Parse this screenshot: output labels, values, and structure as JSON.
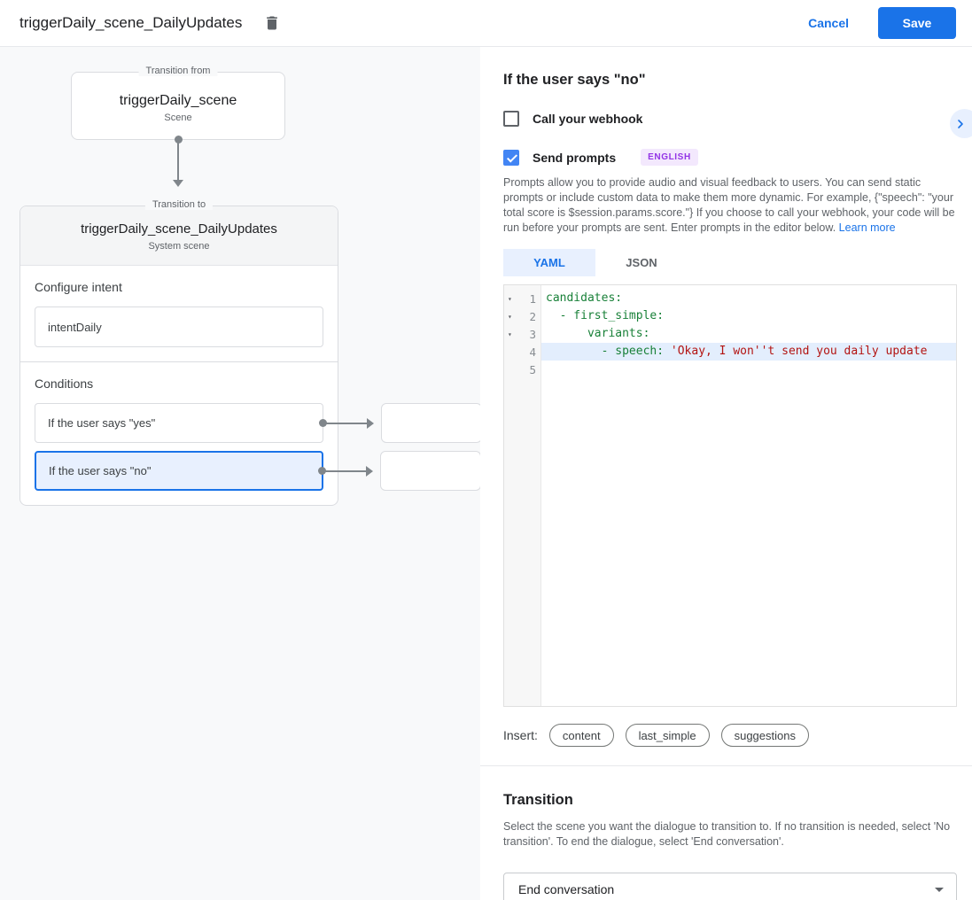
{
  "header": {
    "title": "triggerDaily_scene_DailyUpdates",
    "cancel_label": "Cancel",
    "save_label": "Save"
  },
  "colors": {
    "accent": "#1a73e8",
    "selection_bg": "#e8f0fe",
    "selected_border": "#1a73e8",
    "badge_bg": "#f3e8fd",
    "badge_text": "#9334e6",
    "code_key": "#188038",
    "code_string": "#b31412",
    "connector": "#80868b"
  },
  "canvas": {
    "from_node": {
      "legend": "Transition from",
      "title": "triggerDaily_scene",
      "subtitle": "Scene"
    },
    "to_node": {
      "legend": "Transition to",
      "title": "triggerDaily_scene_DailyUpdates",
      "subtitle": "System scene",
      "intent_section": {
        "heading": "Configure intent",
        "value": "intentDaily"
      },
      "conditions_section": {
        "heading": "Conditions",
        "items": [
          {
            "label": "If the user says \"yes\"",
            "selected": false
          },
          {
            "label": "If the user says \"no\"",
            "selected": true
          }
        ]
      }
    }
  },
  "panel": {
    "title": "If the user says \"no\"",
    "webhook": {
      "label": "Call your webhook",
      "checked": false
    },
    "prompts": {
      "label": "Send prompts",
      "checked": true,
      "badge": "ENGLISH"
    },
    "description": "Prompts allow you to provide audio and visual feedback to users. You can send static prompts or include custom data to make them more dynamic. For example, {\"speech\": \"your total score is $session.params.score.\"} If you choose to call your webhook, your code will be run before your prompts are sent. Enter prompts in the editor below. ",
    "learn_more": "Learn more",
    "tabs": [
      {
        "label": "YAML",
        "active": true
      },
      {
        "label": "JSON",
        "active": false
      }
    ],
    "editor": {
      "fold_icon": "▾",
      "lines": [
        {
          "num": 1,
          "fold": true,
          "active": false,
          "segments": [
            {
              "type": "key",
              "text": "candidates:"
            }
          ]
        },
        {
          "num": 2,
          "fold": true,
          "active": false,
          "segments": [
            {
              "type": "key",
              "text": "  - first_simple:"
            }
          ]
        },
        {
          "num": 3,
          "fold": true,
          "active": false,
          "segments": [
            {
              "type": "key",
              "text": "      variants:"
            }
          ]
        },
        {
          "num": 4,
          "fold": false,
          "active": true,
          "segments": [
            {
              "type": "key",
              "text": "        - speech:"
            },
            {
              "type": "plain",
              "text": " "
            },
            {
              "type": "string",
              "text": "'Okay, I won''t send you daily update"
            }
          ]
        },
        {
          "num": 5,
          "fold": false,
          "active": false,
          "segments": []
        }
      ]
    },
    "insert": {
      "label": "Insert:",
      "chips": [
        "content",
        "last_simple",
        "suggestions"
      ]
    },
    "transition": {
      "heading": "Transition",
      "description": "Select the scene you want the dialogue to transition to. If no transition is needed, select 'No transition'. To end the dialogue, select 'End conversation'.",
      "value": "End conversation"
    }
  }
}
